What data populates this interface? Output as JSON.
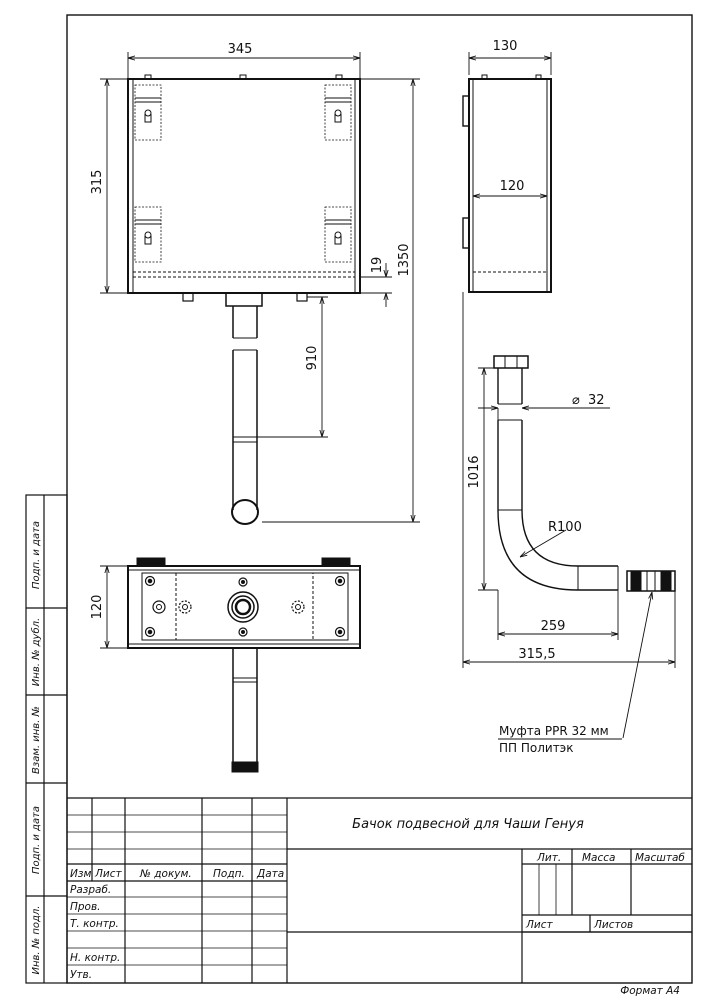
{
  "dimensions": {
    "front_width": "345",
    "front_height": "315",
    "bottom_offset": "19",
    "total_height": "1350",
    "pipe_length": "910",
    "side_depth": "130",
    "side_inner": "120",
    "top_depth": "120",
    "pipe_diameter": "32",
    "pipe_height": "1016",
    "bend_radius": "R100",
    "bend_run": "259",
    "bend_total": "315,5"
  },
  "symbols": {
    "diameter": "⌀"
  },
  "note": {
    "line1": "Муфта PPR 32 мм",
    "line2": "ПП Политэк"
  },
  "title_block": {
    "title": "Бачок подвесной для Чаши Генуя",
    "cols": [
      "Изм",
      "Лист",
      "№ докум.",
      "Подп.",
      "Дата"
    ],
    "rows": [
      "Разраб.",
      "Пров.",
      "Т. контр.",
      "",
      "Н. контр.",
      "Утв."
    ],
    "lit": "Лит.",
    "mass": "Масса",
    "scale": "Масштаб",
    "sheet": "Лист",
    "sheets": "Листов",
    "format": "Формат А4"
  },
  "side_stamps": [
    "Подп. и дата",
    "Инв. № дубл.",
    "Взам. инв. №",
    "Подп. и дата",
    "Инв. № подл."
  ]
}
